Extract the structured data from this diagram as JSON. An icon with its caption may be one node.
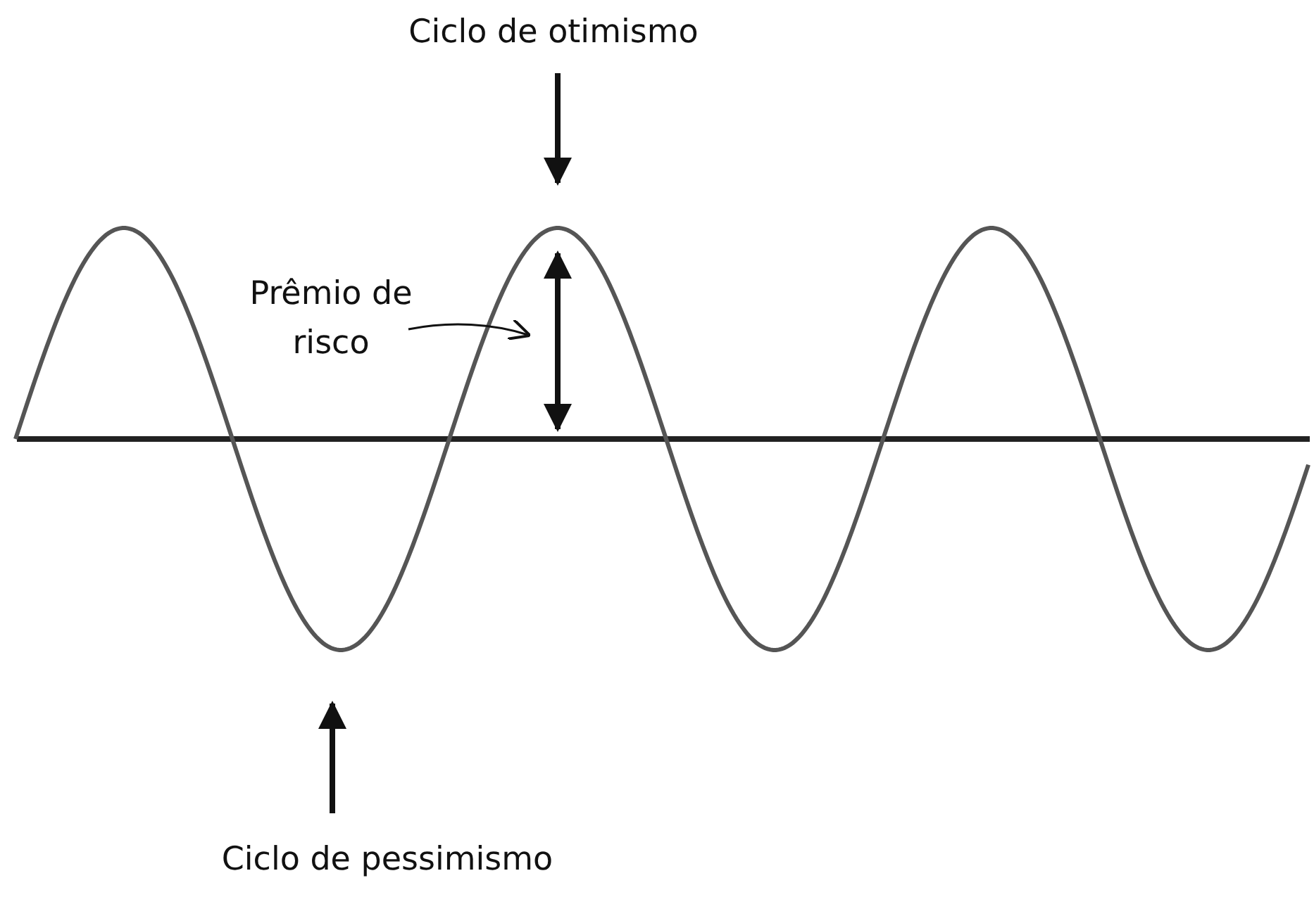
{
  "diagram": {
    "nodes": [
      {
        "text": [
          "Ciclo de otimismo"
        ]
      },
      {
        "text": [
          "Prêmio de risco"
        ]
      },
      {
        "text": [
          "Ciclo de pessimismo"
        ]
      }
    ],
    "edges": [
      {
        "from": 0,
        "to": null,
        "arrow": "to"
      },
      {
        "from": 1,
        "to": null,
        "arrow": "to"
      },
      {
        "from": 2,
        "to": null,
        "arrow": "to"
      }
    ]
  }
}
